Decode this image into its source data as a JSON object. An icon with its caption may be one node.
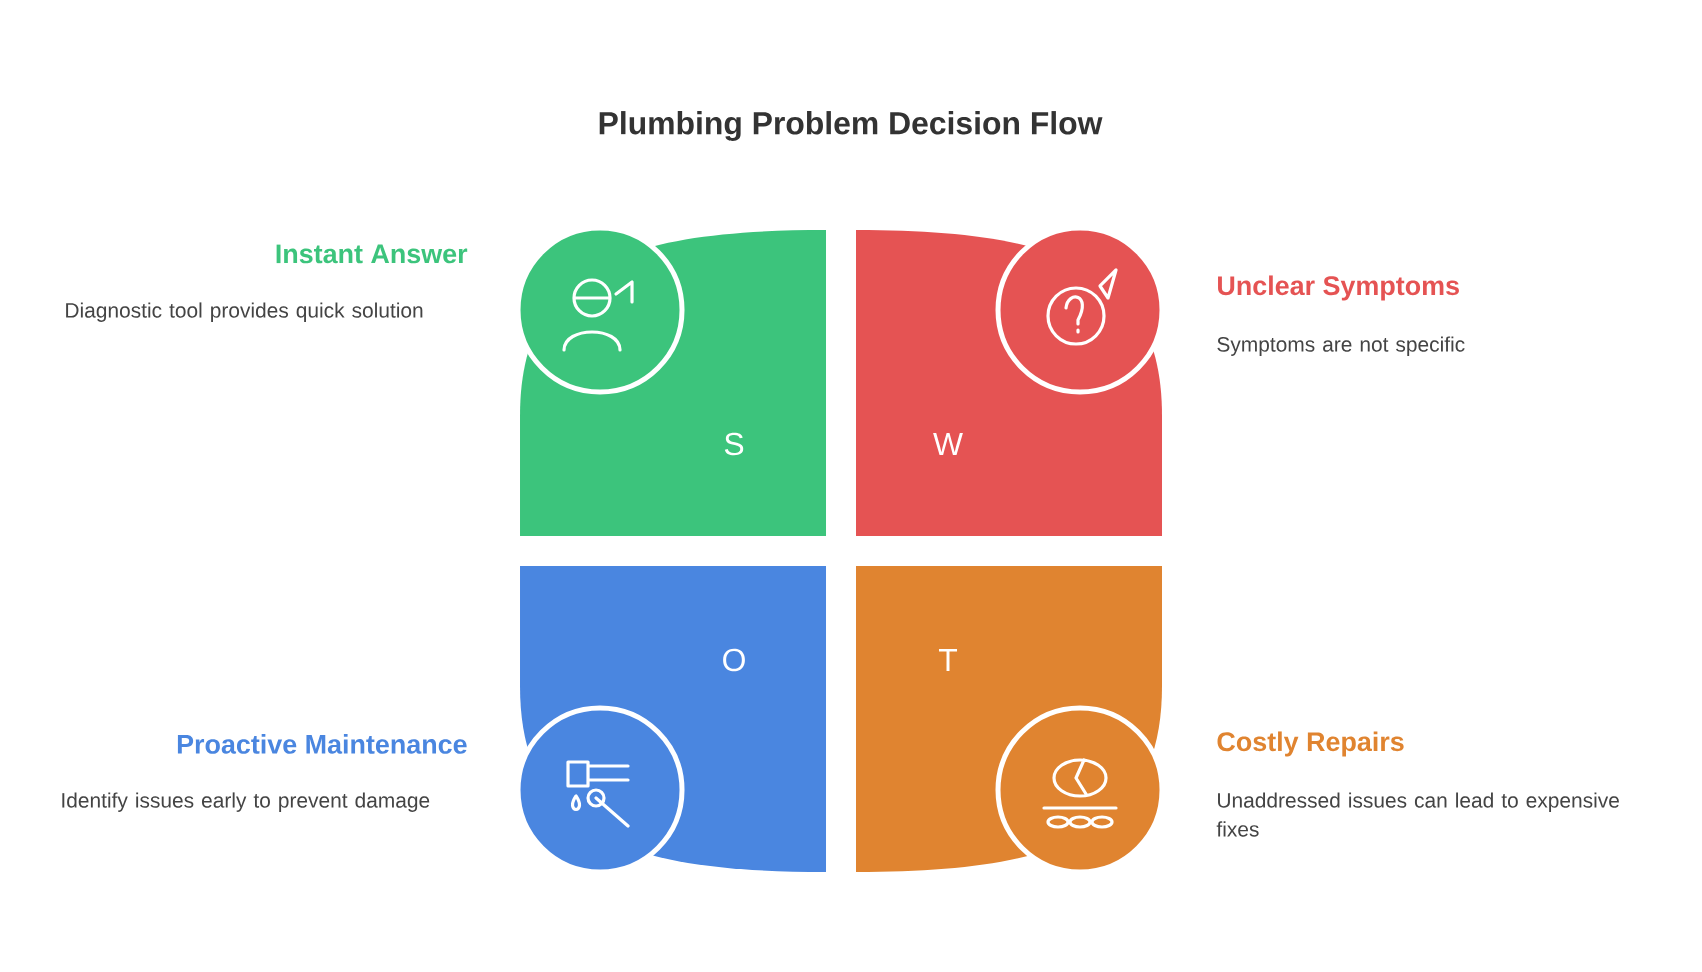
{
  "diagram": {
    "title": "Plumbing Problem Decision Flow",
    "nodes": [
      {
        "text": [
          "S"
        ],
        "beside": [
          "Instant Answer",
          "Diagnostic tool provides quick solution"
        ]
      },
      {
        "text": [
          "W"
        ],
        "beside": [
          "Unclear Symptoms",
          "Symptoms are not specific"
        ]
      },
      {
        "text": [
          "O"
        ],
        "beside": [
          "Proactive Maintenance",
          "Identify issues early to prevent damage"
        ]
      },
      {
        "text": [
          "T"
        ],
        "beside": [
          "Costly Repairs",
          "Unaddressed issues can lead to expensive fixes"
        ]
      }
    ],
    "edges": []
  }
}
